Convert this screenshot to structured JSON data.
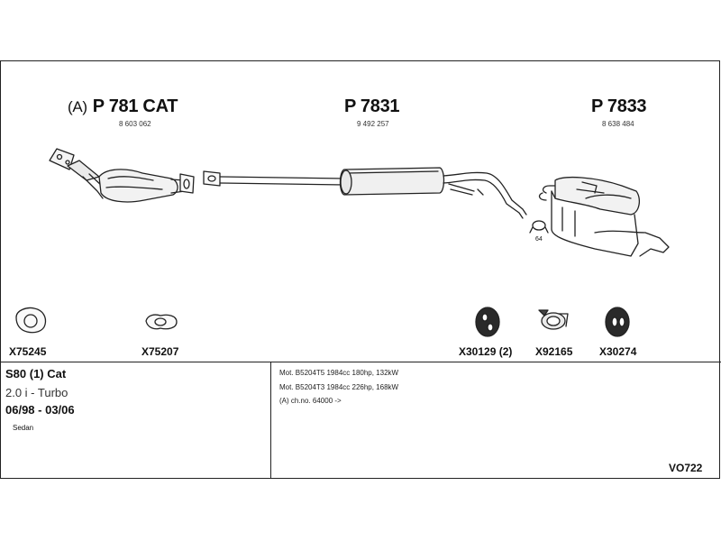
{
  "parts": [
    {
      "prefix": "(A)",
      "code": "P 781 CAT",
      "oem": "8 603 062"
    },
    {
      "prefix": "",
      "code": "P 7831",
      "oem": "9 492 257"
    },
    {
      "prefix": "",
      "code": "P 7833",
      "oem": "8 638 484"
    }
  ],
  "clamp_label": "64",
  "accessories": [
    "X75245",
    "X75207",
    "X30129 (2)",
    "X92165",
    "X30274"
  ],
  "vehicle": {
    "model": "S80 (1) Cat",
    "engine": "2.0 i - Turbo",
    "dates": "06/98 - 03/06",
    "body": "Sedan"
  },
  "notes": [
    "Mot. B5204T5 1984cc 180hp, 132kW",
    "Mot. B5204T3 1984cc 226hp, 168kW",
    "(A) ch.no. 64000 ->"
  ],
  "diagram_ref": "VO722"
}
